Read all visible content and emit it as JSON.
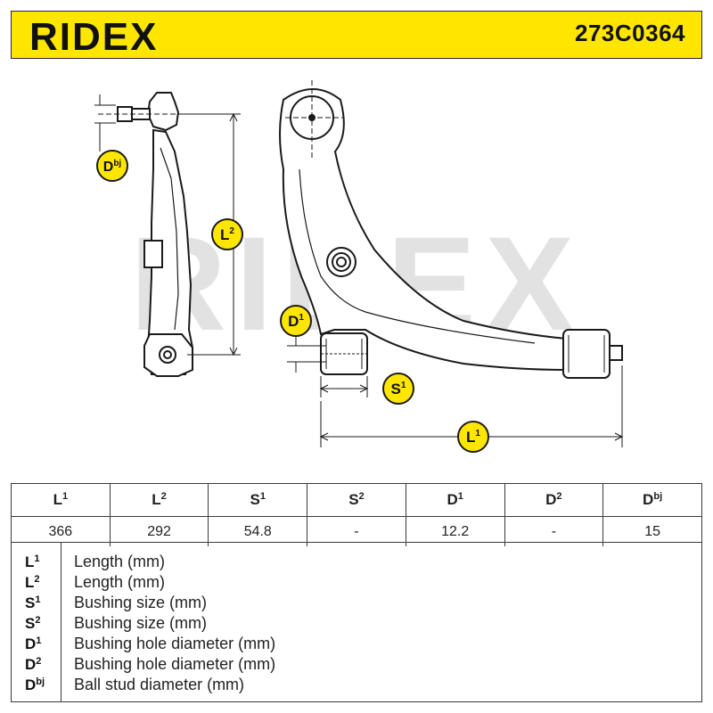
{
  "header": {
    "brand": "RIDEX",
    "part_number": "273C0364",
    "accent_color": "#ffe600"
  },
  "drawing": {
    "watermark": "RIDEX",
    "labels": {
      "dbj": {
        "base": "D",
        "sup": "bj"
      },
      "l2": {
        "base": "L",
        "sup": "2"
      },
      "d1": {
        "base": "D",
        "sup": "1"
      },
      "s1": {
        "base": "S",
        "sup": "1"
      },
      "l1": {
        "base": "L",
        "sup": "1"
      }
    }
  },
  "specs": {
    "columns": [
      {
        "base": "L",
        "sup": "1"
      },
      {
        "base": "L",
        "sup": "2"
      },
      {
        "base": "S",
        "sup": "1"
      },
      {
        "base": "S",
        "sup": "2"
      },
      {
        "base": "D",
        "sup": "1"
      },
      {
        "base": "D",
        "sup": "2"
      },
      {
        "base": "D",
        "sup": "bj"
      }
    ],
    "values": [
      "366",
      "292",
      "54.8",
      "-",
      "12.2",
      "-",
      "15"
    ]
  },
  "legend": [
    {
      "base": "L",
      "sup": "1",
      "desc": "Length (mm)"
    },
    {
      "base": "L",
      "sup": "2",
      "desc": "Length (mm)"
    },
    {
      "base": "S",
      "sup": "1",
      "desc": "Bushing size (mm)"
    },
    {
      "base": "S",
      "sup": "2",
      "desc": "Bushing size (mm)"
    },
    {
      "base": "D",
      "sup": "1",
      "desc": "Bushing hole diameter (mm)"
    },
    {
      "base": "D",
      "sup": "2",
      "desc": "Bushing hole diameter (mm)"
    },
    {
      "base": "D",
      "sup": "bj",
      "desc": "Ball stud diameter (mm)"
    }
  ]
}
